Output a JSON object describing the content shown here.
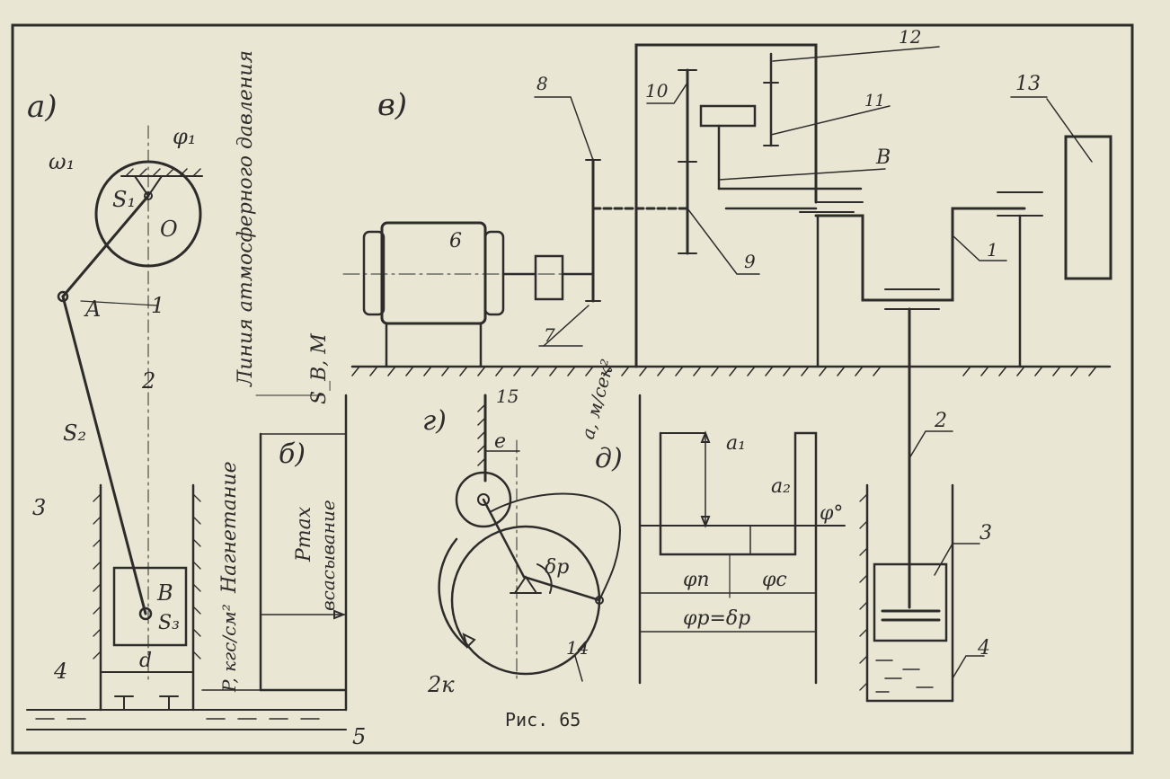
{
  "figure": {
    "caption": "Рис. 65",
    "panel_labels": [
      "а)",
      "б)",
      "в)",
      "г)",
      "д)"
    ],
    "panel_a": {
      "labels": {
        "omega": "ω₁",
        "phi": "φ₁",
        "s1": "S₁",
        "o": "O",
        "a": "A",
        "s2": "S₂",
        "b": "B",
        "s3": "S₃",
        "d": "d",
        "n1": "1",
        "n2": "2",
        "n3": "3",
        "n4": "4",
        "n5": "5"
      },
      "pressure_axis": "P, кгс/см²",
      "discharge": "Нагнетание",
      "suction": "всасывание",
      "pmax": "Pmax",
      "atm_line": "Линия атмосферного давления",
      "sbm": "S_B, M"
    },
    "panel_v": {
      "labels": {
        "n6": "6",
        "n7": "7",
        "n8": "8",
        "n9": "9",
        "n10": "10",
        "n11": "11",
        "n12": "12",
        "n13": "13",
        "n1": "1",
        "b": "B"
      }
    },
    "panel_g": {
      "labels": {
        "n15": "15",
        "e": "e",
        "delta": "δр",
        "n14": "14",
        "twok": "2к"
      }
    },
    "panel_d": {
      "axis_y": "a, м/сек²",
      "a1": "a₁",
      "a2": "a₂",
      "phi": "φ°",
      "phi_p": "φп",
      "phi_c": "φс",
      "phi_r": "φр=δр"
    },
    "right_pump": {
      "labels": {
        "n2": "2",
        "n3": "3",
        "n4": "4"
      }
    }
  }
}
